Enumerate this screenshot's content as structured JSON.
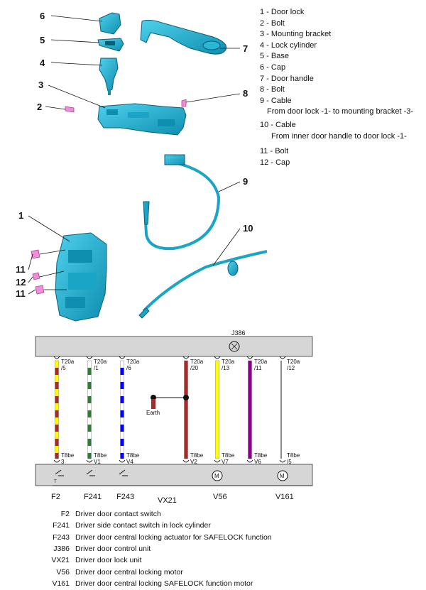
{
  "callouts": [
    "6",
    "5",
    "4",
    "3",
    "2",
    "8",
    "7",
    "9",
    "1",
    "11",
    "12",
    "11",
    "10"
  ],
  "legend": [
    {
      "text": "1 - Door lock"
    },
    {
      "text": "2 - Bolt"
    },
    {
      "text": "3 - Mounting bracket"
    },
    {
      "text": "4 - Lock cylinder"
    },
    {
      "text": "5 - Base"
    },
    {
      "text": "6 - Cap"
    },
    {
      "text": "7 - Door handle"
    },
    {
      "text": "8 - Bolt"
    },
    {
      "text": "9 - Cable"
    },
    {
      "text": "From door lock -1- to mounting bracket -3-"
    },
    {
      "text": "10 - Cable"
    },
    {
      "text": "From inner door handle to door lock -1-"
    },
    {
      "text": "11 - Bolt"
    },
    {
      "text": "12 - Cap"
    }
  ],
  "wiring": {
    "control_unit": "J386",
    "earth_label": "Earth",
    "pins_top": [
      "T20a\n/5",
      "T20a\n/1",
      "T20a\n/6",
      "T20a\n/20",
      "T20a\n/13",
      "T20a\n/11",
      "T20a\n/12"
    ],
    "pins_bottom": [
      "T8be\n3",
      "T8be\nV1",
      "T8be\nV4",
      "T8be\nV2",
      "T8be\nV7",
      "T8be\nV6",
      "T8be\n/5"
    ],
    "wire_colors": [
      {
        "a": "#ffff00",
        "b": "#a52a2a"
      },
      {
        "a": "#ffffff",
        "b": "#2e7d32"
      },
      {
        "a": "#ffffff",
        "b": "#0000ff"
      },
      {
        "a": "#a52a2a",
        "b": "#a52a2a"
      },
      {
        "a": "#ffff00",
        "b": "#ffff00"
      },
      {
        "a": "#8b008b",
        "b": "#8b008b"
      },
      {
        "a": "#555555",
        "b": "#555555"
      }
    ],
    "components": [
      "F2",
      "F241",
      "F243",
      "VX21",
      "V56",
      "V161"
    ],
    "motor_symbol": "M"
  },
  "wiring_legend": [
    {
      "code": "F2",
      "text": "Driver door contact switch"
    },
    {
      "code": "F241",
      "text": "Driver side contact switch in lock cylinder"
    },
    {
      "code": "F243",
      "text": "Driver door central locking actuator for SAFELOCK function"
    },
    {
      "code": "J386",
      "text": "Driver door control unit"
    },
    {
      "code": "VX21",
      "text": "Driver door lock unit"
    },
    {
      "code": "V56",
      "text": "Driver door central locking motor"
    },
    {
      "code": "V161",
      "text": "Driver door central locking SAFELOCK function motor"
    }
  ]
}
